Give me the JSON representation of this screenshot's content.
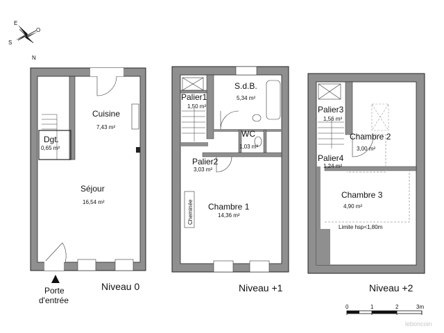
{
  "compass": {
    "north": "N",
    "south": "S",
    "east": "E",
    "west": "O"
  },
  "levels": [
    {
      "name": "Niveau 0"
    },
    {
      "name": "Niveau +1"
    },
    {
      "name": "Niveau +2"
    }
  ],
  "rooms": {
    "cuisine": {
      "name": "Cuisine",
      "area": "7,43 m²"
    },
    "degagement": {
      "name": "Dgt.",
      "area": "0,65 m²"
    },
    "sejour": {
      "name": "Séjour",
      "area": "16,54 m²"
    },
    "sdb": {
      "name": "S.d.B.",
      "area": "5,34 m²"
    },
    "palier1": {
      "name": "Palier1",
      "area": "1,50 m²"
    },
    "wc": {
      "name": "WC",
      "area": "1,03 m²"
    },
    "palier2": {
      "name": "Palier2",
      "area": "3,03 m²"
    },
    "chambre1": {
      "name": "Chambre 1",
      "area": "14,36 m²"
    },
    "palier3": {
      "name": "Palier3",
      "area": "1,56 m²"
    },
    "chambre2": {
      "name": "Chambre 2",
      "area": "3,00 m²"
    },
    "palier4": {
      "name": "Palier4",
      "area": "1,24 m²"
    },
    "chambre3": {
      "name": "Chambre 3",
      "area": "4,90 m²"
    }
  },
  "annotations": {
    "cheminee": "Cheminée",
    "entrance_line1": "Porte",
    "entrance_line2": "d'entrée",
    "height_limit": "Limite hsp<1,80m"
  },
  "scale_bar": {
    "ticks": [
      "0",
      "1",
      "2",
      "3m"
    ]
  },
  "watermark": "leboncoin",
  "colors": {
    "wall": "#8f8f8f",
    "wall_outline": "#222222",
    "dashed_limit": "#9a9a9a"
  }
}
